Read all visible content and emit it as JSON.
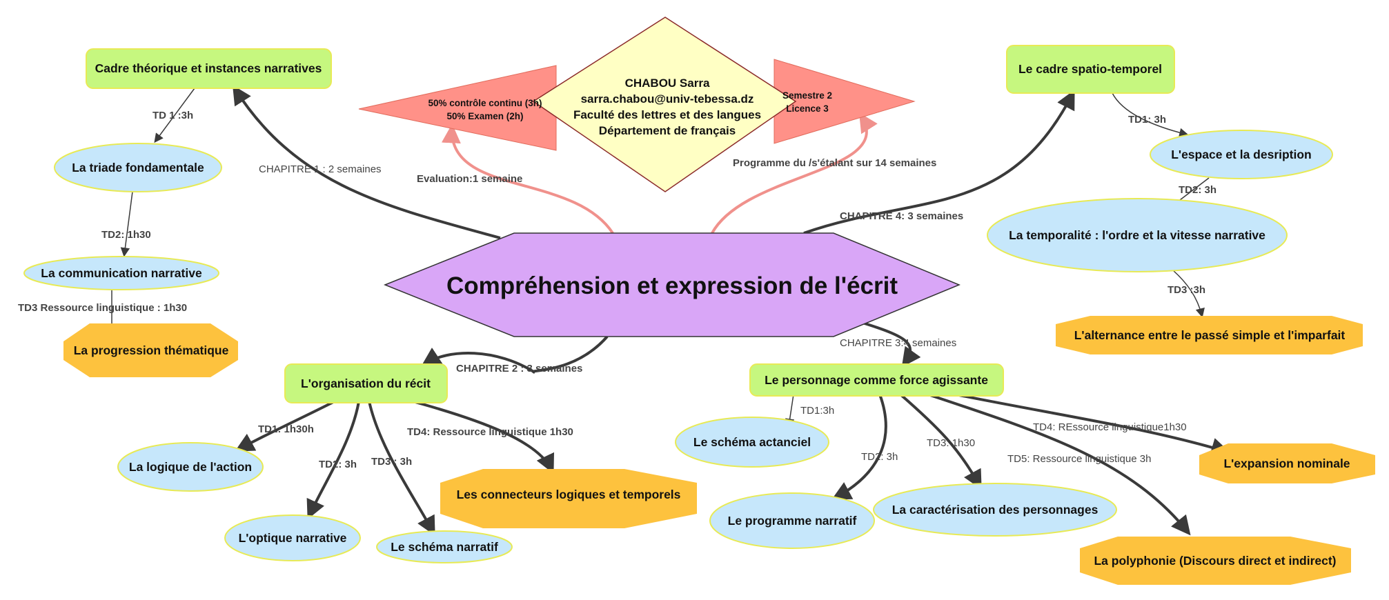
{
  "central": {
    "title": "Compréhension et expression de l'écrit"
  },
  "info": {
    "author": "CHABOU Sarra",
    "email": "sarra.chabou@univ-tebessa.dz",
    "faculty": "Faculté des lettres et des langues",
    "department": "Département de français",
    "eval_line1": "50% contrôle continu (3h)",
    "eval_line2": "50% Examen (2h)",
    "semester": "Semestre 2",
    "level": "Licence 3"
  },
  "link_labels": {
    "evaluation": "Evaluation:1 semaine",
    "programme": "Programme du /s'étalant sur 14 semaines",
    "ch1": "CHAPITRE 1 : 2 semaines",
    "ch2": "CHAPITRE 2 : 3 semaines",
    "ch3": "CHAPITRE 3:4 semaines",
    "ch4": "CHAPITRE 4: 3 semaines",
    "c1_td1": "TD 1 :3h",
    "c1_td2": "TD2: 1h30",
    "c1_td3": "TD3 Ressource linguistique : 1h30",
    "c2_td1": "TD1: 1h30h",
    "c2_td2": "TD2: 3h",
    "c2_td3": "TD3 : 3h",
    "c2_td4": "TD4: Ressource linguistique 1h30",
    "c3_td1": "TD1:3h",
    "c3_td2": "TD2: 3h",
    "c3_td3": "TD3: 1h30",
    "c3_td4": "TD4: REssource linguistique1h30",
    "c3_td5": "TD5: Ressource linguistique 3h",
    "c4_td1": "TD1: 3h",
    "c4_td2": "TD2: 3h",
    "c4_td3": "TD3 :3h"
  },
  "chapters": {
    "ch1": "Cadre théorique et instances narratives",
    "ch2": "L'organisation du récit",
    "ch3": "Le personnage comme force agissante",
    "ch4": "Le cadre spatio-temporel"
  },
  "topics": {
    "triade": "La triade fondamentale",
    "communication": "La communication narrative",
    "progression": "La progression thématique",
    "logique": "La logique de l'action",
    "optique": "L'optique narrative",
    "schema_narratif": "Le schéma narratif",
    "connecteurs": "Les connecteurs logiques et temporels",
    "schema_actanciel": "Le schéma actanciel",
    "programme_narratif": "Le programme narratif",
    "caracterisation": "La caractérisation des personnages",
    "expansion": "L'expansion nominale",
    "polyphonie": "La polyphonie (Discours direct et indirect)",
    "espace": "L'espace et la desription",
    "temporalite": "La temporalité : l'ordre et la vitesse narrative",
    "alternance": "L'alternance entre le passé simple et l'imparfait"
  },
  "colors": {
    "central_fill": "#d9a6f7",
    "info_fill": "#ffffc4",
    "triangle_fill": "#ff9188",
    "chapter_fill": "#c6f77f",
    "topic_fill": "#c6e7fb",
    "resource_fill": "#fdc23e",
    "edge_dark": "#3a3a3a",
    "edge_pink": "#f0918c"
  }
}
